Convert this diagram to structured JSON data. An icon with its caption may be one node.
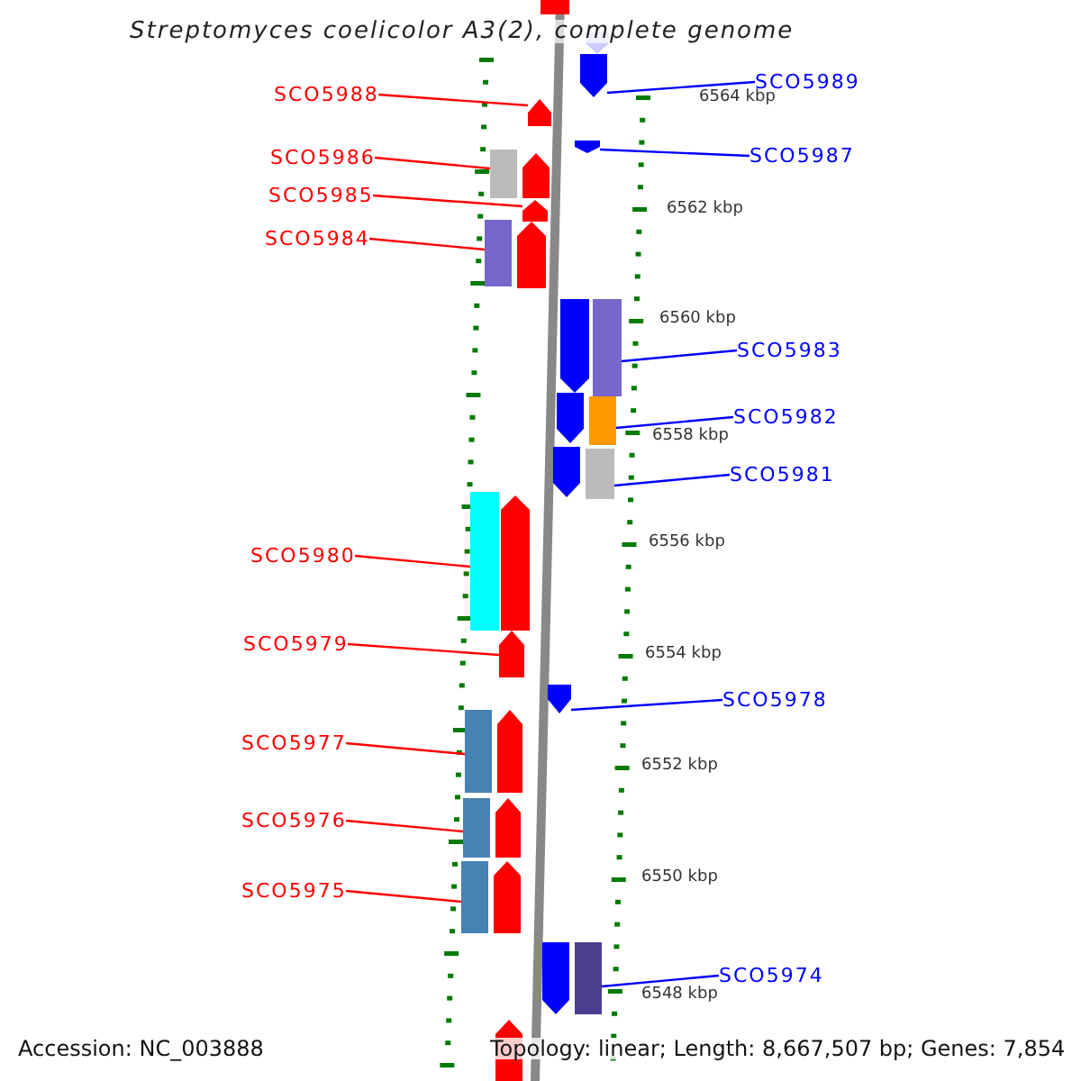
{
  "diagram": {
    "title": "Streptomyces coelicolor A3(2), complete genome",
    "nodes": [
      {
        "text": [
          "SCO5989"
        ]
      },
      {
        "text": [
          "SCO5988"
        ]
      },
      {
        "text": [
          "SCO5987"
        ]
      },
      {
        "text": [
          "SCO5986"
        ]
      },
      {
        "text": [
          "SCO5985"
        ]
      },
      {
        "text": [
          "SCO5984"
        ]
      },
      {
        "text": [
          "SCO5983"
        ]
      },
      {
        "text": [
          "SCO5982"
        ]
      },
      {
        "text": [
          "SCO5981"
        ]
      },
      {
        "text": [
          "SCO5980"
        ]
      },
      {
        "text": [
          "SCO5979"
        ]
      },
      {
        "text": [
          "SCO5978"
        ]
      },
      {
        "text": [
          "SCO5977"
        ]
      },
      {
        "text": [
          "SCO5976"
        ]
      },
      {
        "text": [
          "SCO5975"
        ]
      },
      {
        "text": [
          "SCO5974"
        ]
      },
      {
        "text": [],
        "shape": "pentagon"
      },
      {
        "text": [],
        "shape": "pentagon"
      },
      {
        "text": [],
        "shape": "pentagon"
      },
      {
        "text": [],
        "shape": "pentagon"
      },
      {
        "text": [],
        "shape": "pentagon"
      },
      {
        "text": [],
        "shape": "pentagon"
      },
      {
        "text": [],
        "shape": "pentagon"
      },
      {
        "text": [],
        "shape": "pentagon"
      },
      {
        "text": [],
        "shape": "pentagon"
      },
      {
        "text": [],
        "shape": "pentagon"
      },
      {
        "text": [],
        "shape": "pentagon"
      },
      {
        "text": [],
        "shape": "pentagon"
      },
      {
        "text": [],
        "shape": "pentagon"
      },
      {
        "text": [],
        "shape": "pentagon"
      },
      {
        "text": [],
        "shape": "pentagon"
      },
      {
        "text": [],
        "shape": "pentagon"
      },
      {
        "text": [],
        "shape": "pentagon"
      },
      {
        "text": [],
        "shape": "pentagon"
      },
      {
        "text": [],
        "shape": "pentagon"
      }
    ],
    "edges": [
      {
        "from": 0,
        "to": 16,
        "arrow": "none",
        "color": "#0000ff"
      },
      {
        "from": 1,
        "to": 17,
        "arrow": "none"
      },
      {
        "from": 2,
        "to": 18,
        "arrow": "none",
        "color": "#0000ff"
      },
      {
        "from": 3,
        "to": 19,
        "arrow": "none"
      },
      {
        "from": 4,
        "to": 20,
        "arrow": "none"
      },
      {
        "from": 5,
        "to": 21,
        "arrow": "none"
      },
      {
        "from": 6,
        "to": 22,
        "arrow": "none",
        "color": "#0000ff"
      },
      {
        "from": 7,
        "to": 23,
        "arrow": "none",
        "color": "#0000ff"
      },
      {
        "from": 8,
        "to": 24,
        "arrow": "none",
        "color": "#0000ff"
      },
      {
        "from": 9,
        "to": 25,
        "arrow": "none"
      },
      {
        "from": 10,
        "to": 26,
        "arrow": "none"
      },
      {
        "from": 11,
        "to": 27,
        "arrow": "none",
        "color": "#0000ff"
      },
      {
        "from": 12,
        "to": 28,
        "arrow": "none"
      },
      {
        "from": 13,
        "to": 29,
        "arrow": "none"
      },
      {
        "from": 14,
        "to": 30,
        "arrow": "none"
      },
      {
        "from": 15,
        "to": 31,
        "arrow": "none",
        "color": "#0000ff"
      }
    ],
    "labels": [
      "6564 kbp",
      "6562 kbp",
      "6560 kbp",
      "6558 kbp",
      "6556 kbp",
      "6554 kbp",
      "6552 kbp",
      "6550 kbp",
      "6548 kbp",
      "Accession: NC_003888",
      "Topology: linear; Length: 8,667,507 bp; Genes: 7,854"
    ]
  }
}
